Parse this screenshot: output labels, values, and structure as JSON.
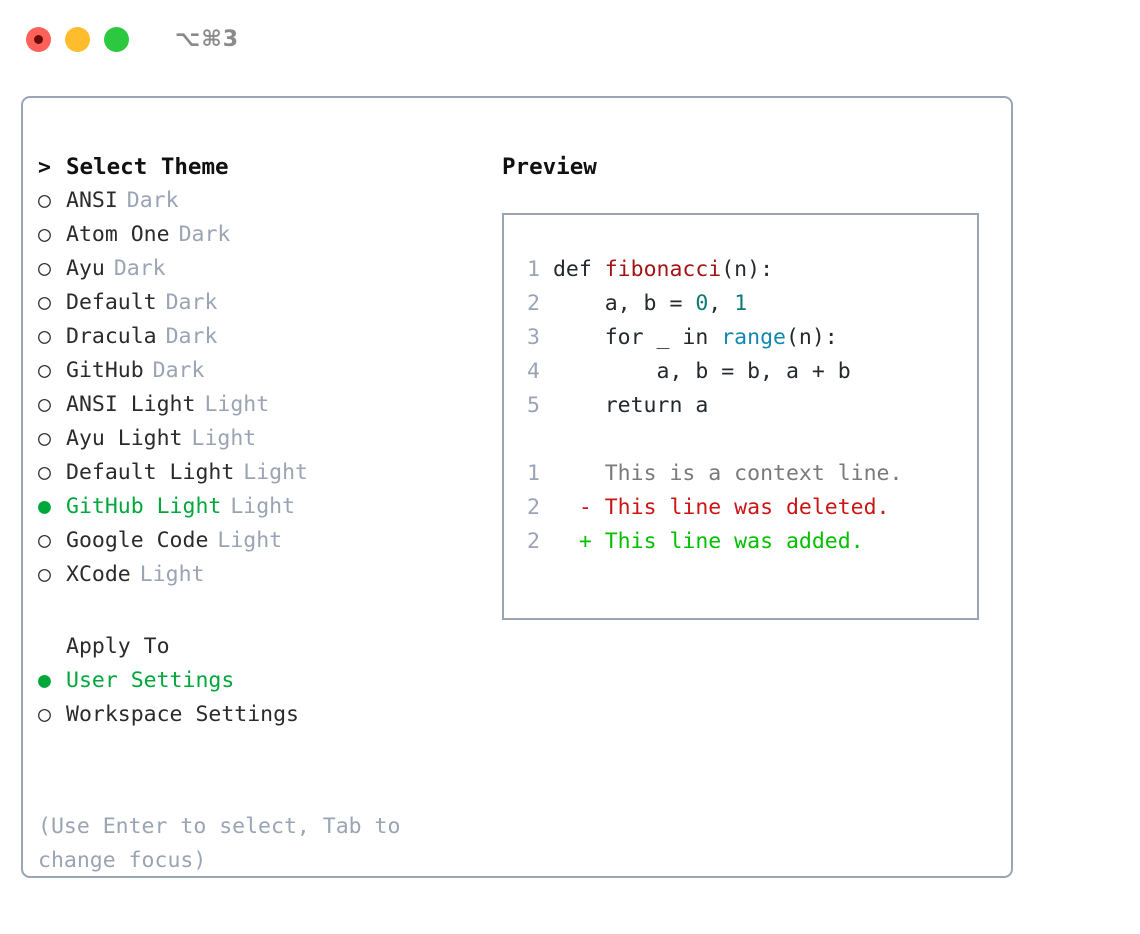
{
  "titlebar": {
    "shortcut": "⌥⌘3",
    "dots": [
      {
        "name": "close-recording",
        "color": "#ff6058"
      },
      {
        "name": "minimize",
        "color": "#ffbd2e"
      },
      {
        "name": "maximize",
        "color": "#2bc840"
      }
    ]
  },
  "colors": {
    "accent_green": "#00a83c",
    "muted": "#9aa4b4",
    "border": "#9aa4b4",
    "diff_add": "#00c000",
    "diff_del": "#cc1414",
    "fn_red": "#a31515",
    "call_blue": "#1287b1",
    "num_teal": "#0f7a72"
  },
  "theme_picker": {
    "marker": ">",
    "title": "Select Theme",
    "bullet_unselected": "○",
    "bullet_selected": "●",
    "items": [
      {
        "name": "ANSI",
        "category": "Dark",
        "selected": false
      },
      {
        "name": "Atom One",
        "category": "Dark",
        "selected": false
      },
      {
        "name": "Ayu",
        "category": "Dark",
        "selected": false
      },
      {
        "name": "Default",
        "category": "Dark",
        "selected": false
      },
      {
        "name": "Dracula",
        "category": "Dark",
        "selected": false
      },
      {
        "name": "GitHub",
        "category": "Dark",
        "selected": false
      },
      {
        "name": "ANSI Light",
        "category": "Light",
        "selected": false
      },
      {
        "name": "Ayu Light",
        "category": "Light",
        "selected": false
      },
      {
        "name": "Default Light",
        "category": "Light",
        "selected": false
      },
      {
        "name": "GitHub Light",
        "category": "Light",
        "selected": true
      },
      {
        "name": "Google Code",
        "category": "Light",
        "selected": false
      },
      {
        "name": "XCode",
        "category": "Light",
        "selected": false
      }
    ]
  },
  "apply_to": {
    "title": "Apply To",
    "options": [
      {
        "label": "User Settings",
        "selected": true
      },
      {
        "label": "Workspace Settings",
        "selected": false
      }
    ]
  },
  "hint": "(Use Enter to select, Tab to change focus)",
  "preview": {
    "title": "Preview",
    "code_lines": [
      {
        "no": "1",
        "tokens": [
          {
            "t": "def ",
            "cls": "tok-kw"
          },
          {
            "t": "fibonacci",
            "cls": "tok-fn"
          },
          {
            "t": "(n):",
            "cls": "tok-plain"
          }
        ]
      },
      {
        "no": "2",
        "tokens": [
          {
            "t": "    a, b = ",
            "cls": "tok-plain"
          },
          {
            "t": "0",
            "cls": "tok-num"
          },
          {
            "t": ", ",
            "cls": "tok-plain"
          },
          {
            "t": "1",
            "cls": "tok-num"
          }
        ]
      },
      {
        "no": "3",
        "tokens": [
          {
            "t": "    for _ in ",
            "cls": "tok-plain"
          },
          {
            "t": "range",
            "cls": "tok-call"
          },
          {
            "t": "(n):",
            "cls": "tok-plain"
          }
        ]
      },
      {
        "no": "4",
        "tokens": [
          {
            "t": "        a, b = b, a + b",
            "cls": "tok-plain"
          }
        ]
      },
      {
        "no": "5",
        "tokens": [
          {
            "t": "    return a",
            "cls": "tok-plain"
          }
        ]
      }
    ],
    "diff_lines": [
      {
        "no": "1",
        "sign": " ",
        "text": "This is a context line.",
        "kind": "diff-ctx"
      },
      {
        "no": "2",
        "sign": "-",
        "text": "This line was deleted.",
        "kind": "diff-del"
      },
      {
        "no": "2",
        "sign": "+",
        "text": "This line was added.",
        "kind": "diff-add"
      }
    ]
  }
}
